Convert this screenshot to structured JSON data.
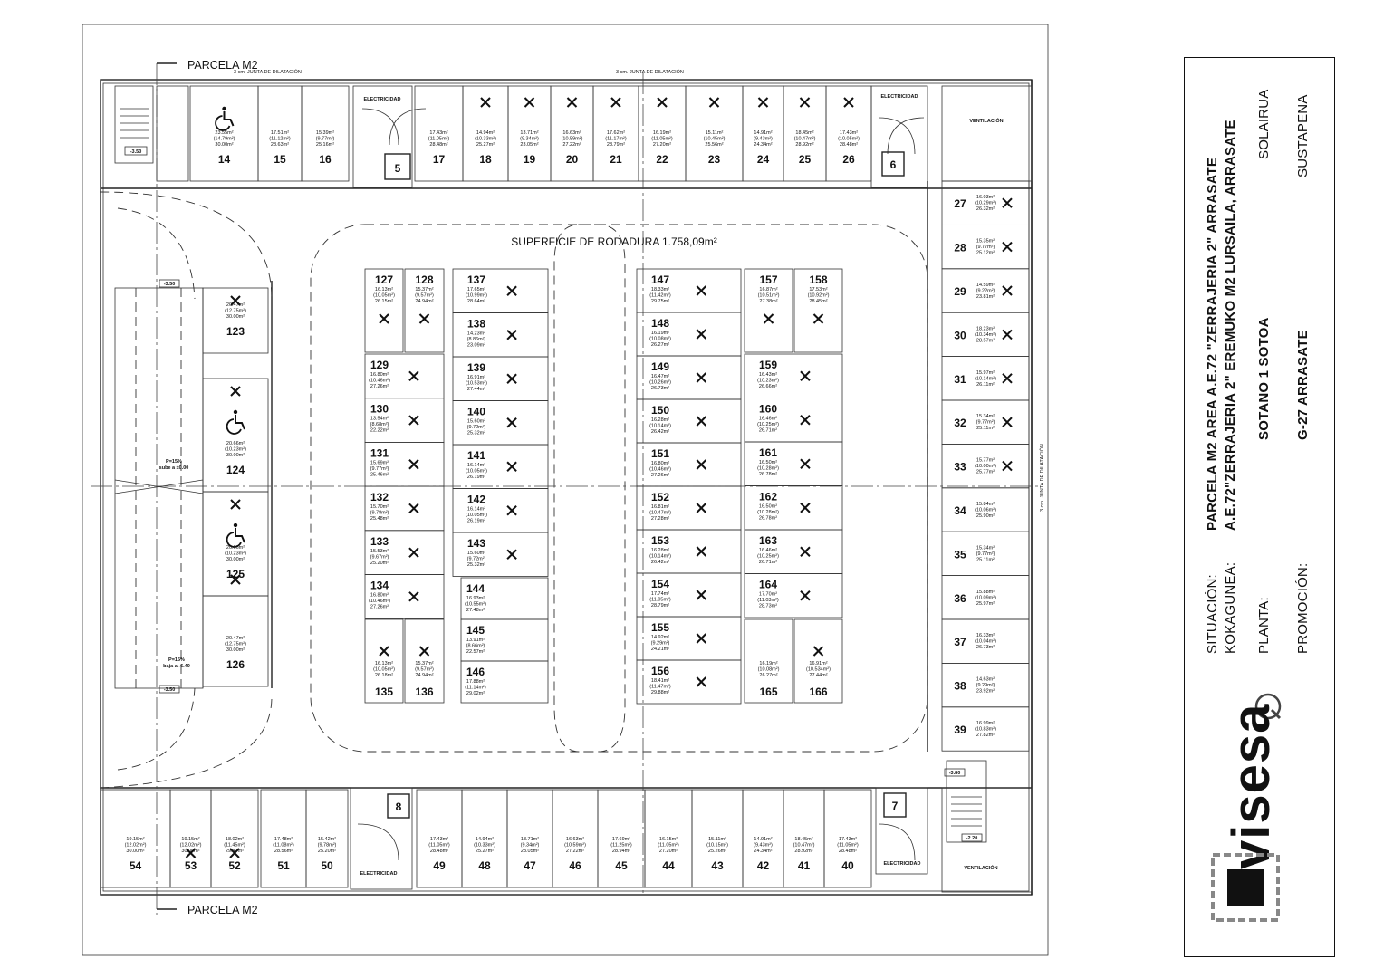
{
  "drawing": {
    "parcel_label_top": "PARCELA M2",
    "parcel_label_bottom": "PARCELA M2",
    "rodadura": "SUPERFICIE DE RODADURA 1.758,09m²",
    "expansion_joint": "3 cm. JUNTA DE DILATACIÓN",
    "electricidad": "ELECTRICIDAD",
    "ventilacion": "VENTILACIÓN",
    "ramp_up": [
      "P=15%",
      "sube a ±0.00"
    ],
    "ramp_down": [
      "P=15%",
      "baja a -6.40"
    ],
    "level_top": "-3.50",
    "level_bottom": "-3.50",
    "level_stair_tl": "-3.50",
    "level_stair_br": "-3.80",
    "level_stair_br2": "-2.20",
    "cores": [
      "5",
      "6",
      "7",
      "8"
    ],
    "spaces": [
      {
        "n": "14",
        "a": [
          "23.55m²",
          "(14.79m²)",
          "30.00m²"
        ],
        "acc": true
      },
      {
        "n": "15",
        "a": [
          "17.51m²",
          "(11.12m²)",
          "28.63m²"
        ]
      },
      {
        "n": "16",
        "a": [
          "15.39m²",
          "(9.77m²)",
          "25.16m²"
        ]
      },
      {
        "n": "17",
        "a": [
          "17.43m²",
          "(11.05m²)",
          "28.48m²"
        ]
      },
      {
        "n": "18",
        "a": [
          "14.94m²",
          "(10.33m²)",
          "25.27m²"
        ],
        "x": true
      },
      {
        "n": "19",
        "a": [
          "13.71m²",
          "(9.34m²)",
          "23.05m²"
        ],
        "x": true
      },
      {
        "n": "20",
        "a": [
          "16.63m²",
          "(10.59m²)",
          "27.22m²"
        ],
        "x": true
      },
      {
        "n": "21",
        "a": [
          "17.62m²",
          "(11.17m²)",
          "28.79m²"
        ],
        "x": true
      },
      {
        "n": "22",
        "a": [
          "16.19m²",
          "(11.05m²)",
          "27.20m²"
        ],
        "x": true
      },
      {
        "n": "23",
        "a": [
          "15.11m²",
          "(10.45m²)",
          "25.56m²"
        ],
        "x": true
      },
      {
        "n": "24",
        "a": [
          "14.91m²",
          "(9.43m²)",
          "24.34m²"
        ],
        "x": true
      },
      {
        "n": "25",
        "a": [
          "18.45m²",
          "(10.47m²)",
          "28.92m²"
        ],
        "x": true
      },
      {
        "n": "26",
        "a": [
          "17.43m²",
          "(10.05m²)",
          "28.48m²"
        ],
        "x": true
      },
      {
        "n": "27",
        "a": [
          "16.03m²",
          "(10.29m²)",
          "26.32m²"
        ],
        "x": true
      },
      {
        "n": "28",
        "a": [
          "15.35m²",
          "(9.77m²)",
          "25.12m²"
        ],
        "x": true
      },
      {
        "n": "29",
        "a": [
          "14.59m²",
          "(9.22m²)",
          "23.81m²"
        ],
        "x": true
      },
      {
        "n": "30",
        "a": [
          "18.23m²",
          "(10.34m²)",
          "28.57m²"
        ],
        "x": true
      },
      {
        "n": "31",
        "a": [
          "15.97m²",
          "(10.14m²)",
          "26.11m²"
        ],
        "x": true
      },
      {
        "n": "32",
        "a": [
          "15.34m²",
          "(9.77m²)",
          "25.11m²"
        ],
        "x": true
      },
      {
        "n": "33",
        "a": [
          "15.77m²",
          "(10.00m²)",
          "25.77m²"
        ],
        "x": true
      },
      {
        "n": "34",
        "a": [
          "15.84m²",
          "(10.06m²)",
          "25.90m²"
        ]
      },
      {
        "n": "35",
        "a": [
          "15.34m²",
          "(9.77m²)",
          "25.11m²"
        ]
      },
      {
        "n": "36",
        "a": [
          "15.88m²",
          "(10.09m²)",
          "25.97m²"
        ]
      },
      {
        "n": "37",
        "a": [
          "16.33m²",
          "(10.04m²)",
          "26.73m²"
        ]
      },
      {
        "n": "38",
        "a": [
          "14.63m²",
          "(9.29m²)",
          "23.92m²"
        ]
      },
      {
        "n": "39",
        "a": [
          "16.99m²",
          "(10.83m²)",
          "27.82m²"
        ]
      },
      {
        "n": "40",
        "a": [
          "17.43m²",
          "(11.05m²)",
          "28.48m²"
        ]
      },
      {
        "n": "41",
        "a": [
          "18.45m²",
          "(10.47m²)",
          "28.92m²"
        ]
      },
      {
        "n": "42",
        "a": [
          "14.91m²",
          "(9.43m²)",
          "24.34m²"
        ]
      },
      {
        "n": "43",
        "a": [
          "15.11m²",
          "(10.15m²)",
          "25.26m²"
        ]
      },
      {
        "n": "44",
        "a": [
          "16.15m²",
          "(11.05m²)",
          "27.20m²"
        ]
      },
      {
        "n": "45",
        "a": [
          "17.69m²",
          "(11.25m²)",
          "28.94m²"
        ]
      },
      {
        "n": "46",
        "a": [
          "16.63m²",
          "(10.59m²)",
          "27.22m²"
        ]
      },
      {
        "n": "47",
        "a": [
          "13.71m²",
          "(9.34m²)",
          "23.05m²"
        ]
      },
      {
        "n": "48",
        "a": [
          "14.94m²",
          "(10.33m²)",
          "25.27m²"
        ]
      },
      {
        "n": "49",
        "a": [
          "17.43m²",
          "(11.05m²)",
          "28.48m²"
        ]
      },
      {
        "n": "50",
        "a": [
          "15.42m²",
          "(9.78m²)",
          "25.20m²"
        ]
      },
      {
        "n": "51",
        "a": [
          "17.48m²",
          "(11.08m²)",
          "28.56m²"
        ]
      },
      {
        "n": "52",
        "a": [
          "18.02m²",
          "(11.45m²)",
          "29.47m²"
        ],
        "x": true
      },
      {
        "n": "53",
        "a": [
          "19.15m²",
          "(12.02m²)",
          "30.00m²"
        ],
        "x": true
      },
      {
        "n": "54",
        "a": [
          "19.15m²",
          "(12.02m²)",
          "30.00m²"
        ]
      },
      {
        "n": "123",
        "a": [
          "20.47m²",
          "(12.75m²)",
          "30.00m²"
        ],
        "x": true
      },
      {
        "n": "124",
        "a": [
          "20.66m²",
          "(10.23m²)",
          "30.00m²"
        ],
        "x": true,
        "acc": true
      },
      {
        "n": "125",
        "a": [
          "20.66m²",
          "(10.23m²)",
          "30.00m²"
        ],
        "x": true,
        "acc": true
      },
      {
        "n": "126",
        "a": [
          "20.47m²",
          "(12.75m²)",
          "30.00m²"
        ]
      },
      {
        "n": "127",
        "a": [
          "16.13m²",
          "(10.05m²)",
          "26.15m²"
        ],
        "x": true
      },
      {
        "n": "128",
        "a": [
          "15.37m²",
          "(9.57m²)",
          "24.94m²"
        ],
        "x": true
      },
      {
        "n": "129",
        "a": [
          "16.80m²",
          "(10.46m²)",
          "27.26m²"
        ],
        "x": true
      },
      {
        "n": "130",
        "a": [
          "13.54m²",
          "(8.68m²)",
          "22.22m²"
        ],
        "x": true
      },
      {
        "n": "131",
        "a": [
          "15.69m²",
          "(9.77m²)",
          "25.46m²"
        ],
        "x": true
      },
      {
        "n": "132",
        "a": [
          "15.70m²",
          "(9.78m²)",
          "25.48m²"
        ],
        "x": true
      },
      {
        "n": "133",
        "a": [
          "15.53m²",
          "(9.67m²)",
          "25.20m²"
        ],
        "x": true
      },
      {
        "n": "134",
        "a": [
          "16.80m²",
          "(10.46m²)",
          "27.26m²"
        ],
        "x": true
      },
      {
        "n": "135",
        "a": [
          "16.13m²",
          "(10.05m²)",
          "26.18m²"
        ],
        "x": true
      },
      {
        "n": "136",
        "a": [
          "15.37m²",
          "(9.57m²)",
          "24.94m²"
        ],
        "x": true
      },
      {
        "n": "137",
        "a": [
          "17.65m²",
          "(10.99m²)",
          "28.64m²"
        ],
        "x": true
      },
      {
        "n": "138",
        "a": [
          "14.23m²",
          "(8.86m²)",
          "23.09m²"
        ],
        "x": true
      },
      {
        "n": "139",
        "a": [
          "16.91m²",
          "(10.53m²)",
          "27.44m²"
        ],
        "x": true
      },
      {
        "n": "140",
        "a": [
          "15.60m²",
          "(9.72m²)",
          "25.32m²"
        ],
        "x": true
      },
      {
        "n": "141",
        "a": [
          "16.14m²",
          "(10.05m²)",
          "26.19m²"
        ],
        "x": true
      },
      {
        "n": "142",
        "a": [
          "16.14m²",
          "(10.05m²)",
          "26.19m²"
        ],
        "x": true
      },
      {
        "n": "143",
        "a": [
          "15.60m²",
          "(9.72m²)",
          "25.32m²"
        ],
        "x": true
      },
      {
        "n": "144",
        "a": [
          "16.93m²",
          "(10.55m²)",
          "27.48m²"
        ]
      },
      {
        "n": "145",
        "a": [
          "13.91m²",
          "(8.66m²)",
          "22.57m²"
        ]
      },
      {
        "n": "146",
        "a": [
          "17.88m²",
          "(11.14m²)",
          "29.02m²"
        ]
      },
      {
        "n": "147",
        "a": [
          "18.33m²",
          "(11.42m²)",
          "29.75m²"
        ],
        "x": true
      },
      {
        "n": "148",
        "a": [
          "16.19m²",
          "(10.08m²)",
          "26.27m²"
        ],
        "x": true
      },
      {
        "n": "149",
        "a": [
          "16.47m²",
          "(10.26m²)",
          "26.73m²"
        ],
        "x": true
      },
      {
        "n": "150",
        "a": [
          "16.28m²",
          "(10.14m²)",
          "26.42m²"
        ],
        "x": true
      },
      {
        "n": "151",
        "a": [
          "16.80m²",
          "(10.46m²)",
          "27.26m²"
        ],
        "x": true
      },
      {
        "n": "152",
        "a": [
          "16.81m²",
          "(10.47m²)",
          "27.28m²"
        ],
        "x": true
      },
      {
        "n": "153",
        "a": [
          "16.28m²",
          "(10.14m²)",
          "26.42m²"
        ],
        "x": true
      },
      {
        "n": "154",
        "a": [
          "17.74m²",
          "(11.05m²)",
          "28.79m²"
        ],
        "x": true
      },
      {
        "n": "155",
        "a": [
          "14.92m²",
          "(9.29m²)",
          "24.21m²"
        ],
        "x": true
      },
      {
        "n": "156",
        "a": [
          "18.41m²",
          "(11.47m²)",
          "29.88m²"
        ],
        "x": true
      },
      {
        "n": "157",
        "a": [
          "16.87m²",
          "(10.51m²)",
          "27.38m²"
        ],
        "x": true
      },
      {
        "n": "158",
        "a": [
          "17.53m²",
          "(10.92m²)",
          "28.45m²"
        ],
        "x": true
      },
      {
        "n": "159",
        "a": [
          "16.43m²",
          "(10.23m²)",
          "26.66m²"
        ],
        "x": true
      },
      {
        "n": "160",
        "a": [
          "16.46m²",
          "(10.25m²)",
          "26.71m²"
        ],
        "x": true
      },
      {
        "n": "161",
        "a": [
          "16.50m²",
          "(10.28m²)",
          "26.78m²"
        ],
        "x": true
      },
      {
        "n": "162",
        "a": [
          "16.50m²",
          "(10.28m²)",
          "26.78m²"
        ],
        "x": true
      },
      {
        "n": "163",
        "a": [
          "16.46m²",
          "(10.25m²)",
          "26.71m²"
        ],
        "x": true
      },
      {
        "n": "164",
        "a": [
          "17.70m²",
          "(11.03m²)",
          "28.73m²"
        ],
        "x": true
      },
      {
        "n": "165",
        "a": [
          "16.19m²",
          "(10.08m²)",
          "26.27m²"
        ]
      },
      {
        "n": "166",
        "a": [
          "16.91m²",
          "(10.534m²)",
          "27.44m²"
        ],
        "x": true
      }
    ]
  },
  "cartouche": {
    "situacion_label": "SITUACIÓN:",
    "kokagunea_label": "KOKAGUNEA:",
    "planta_label": "PLANTA:",
    "promocion_label": "PROMOCIÓN:",
    "situacion_value": "PARCELA M2 AREA A.E.72 \"ZERRAJERIA 2\" ARRASATE",
    "kokagunea_value": "A.E.72\"ZERRAJERIA 2\" EREMUKO M2 LURSAILA, ARRASATE",
    "planta_value": "SOTANO 1 SOTOA",
    "planta_value_eu": "SOLAIRUA",
    "promocion_value": "G-27 ARRASATE",
    "promocion_value_eu": "SUSTAPENA",
    "brand": "visesa"
  }
}
